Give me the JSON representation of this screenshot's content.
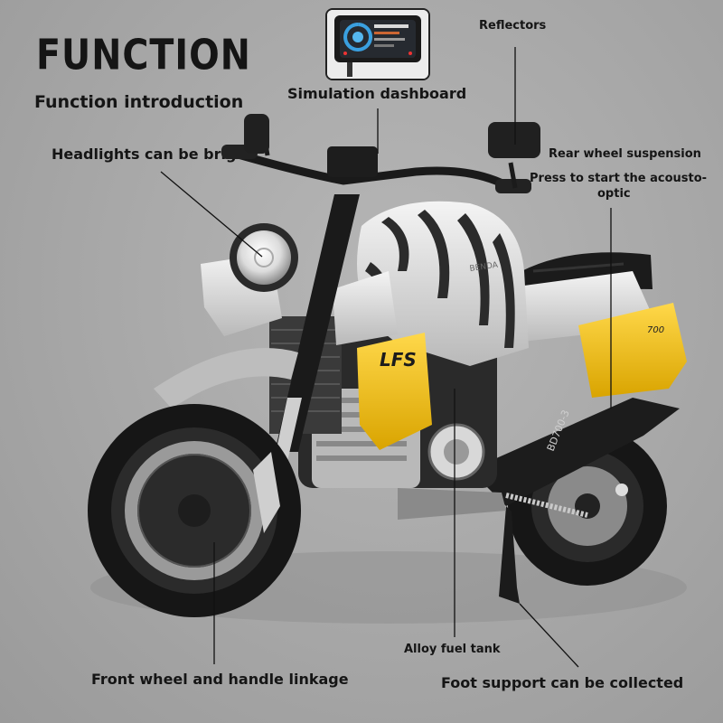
{
  "header": {
    "title": "FUNCTION",
    "subtitle": "Function introduction"
  },
  "callouts": {
    "headlights": "Headlights can be bright",
    "dashboard": "Simulation dashboard",
    "reflectors": "Reflectors",
    "rear_suspension": "Rear wheel suspension",
    "acousto_optic_line1": "Press to start the acousto-",
    "acousto_optic_line2": "optic",
    "fuel_tank": "Alloy fuel tank",
    "front_wheel": "Front wheel and handle linkage",
    "foot_support": "Foot support can be collected"
  },
  "bike_markings": {
    "tank_logo": "LFS",
    "model_code": "BD700-3",
    "side_number": "700",
    "tank_brand": "BENDA"
  },
  "colors": {
    "accent_yellow": "#f2c21a",
    "body_silver": "#d8d8d8",
    "tire_black": "#161616"
  }
}
